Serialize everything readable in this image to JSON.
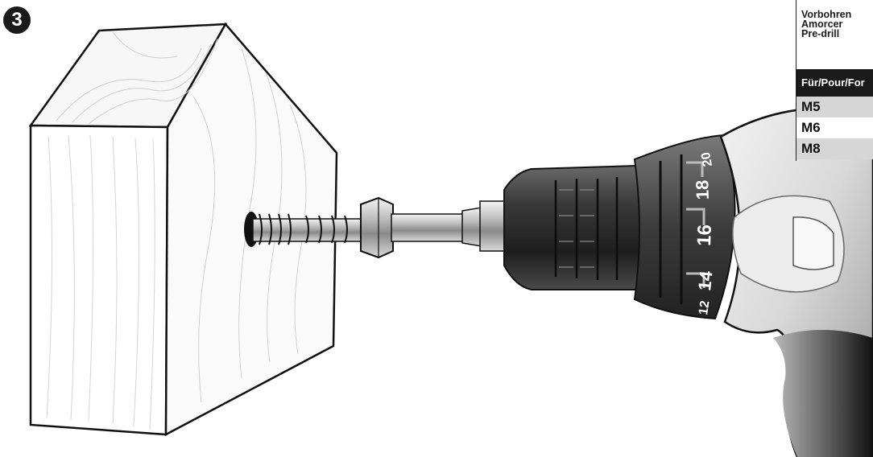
{
  "step": {
    "number": "3"
  },
  "spec_table": {
    "heading_lines": [
      "Vorbohren",
      "Amorcer",
      "Pre-drill"
    ],
    "column_header": "Für/Pour/For",
    "rows": [
      {
        "size": "M5"
      },
      {
        "size": "M6"
      },
      {
        "size": "M8"
      }
    ]
  },
  "drill_clutch_scale": {
    "markings": [
      "12",
      "14",
      "16",
      "18",
      "20"
    ]
  },
  "colors": {
    "ink": "#1a1a1a",
    "table_shade": "#d6d6d6",
    "chuck_dark": "#2b2b2b",
    "drill_body": "#dcdcdc"
  }
}
